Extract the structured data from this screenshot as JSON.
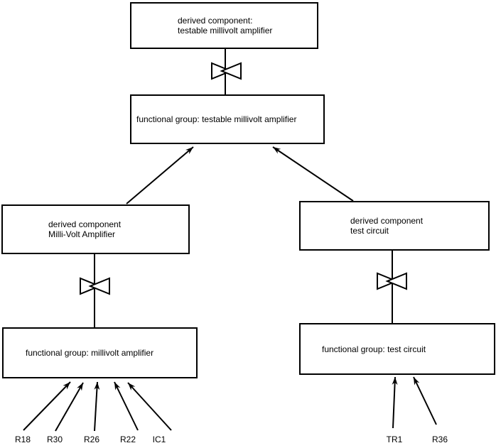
{
  "diagram": {
    "background_color": "#ffffff",
    "line_color": "#000000",
    "nodes": {
      "derived_testable": {
        "line1": "derived component:",
        "line2": "testable millivolt amplifier"
      },
      "fg_testable": {
        "label": "functional group: testable millivolt amplifier"
      },
      "derived_mv": {
        "line1": "derived component",
        "line2": "Milli-Volt Amplifier"
      },
      "derived_test": {
        "line1": "derived component",
        "line2": "test circuit"
      },
      "fg_mv": {
        "label": "functional group: millivolt amplifier"
      },
      "fg_test": {
        "label": "functional group: test circuit"
      }
    },
    "component_labels": {
      "left": [
        "R18",
        "R30",
        "R26",
        "R22",
        "IC1"
      ],
      "right": [
        "TR1",
        "R36"
      ]
    }
  }
}
